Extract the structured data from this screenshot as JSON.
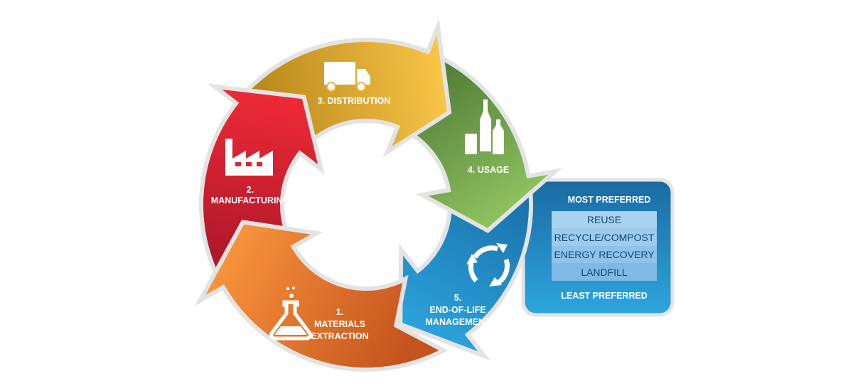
{
  "stages": [
    {
      "id": "materials",
      "lines": [
        "1.",
        "MATERIALS",
        "EXTRACTION"
      ],
      "icon": "flask-icon",
      "color_from": "#f7923c",
      "color_to": "#c4541d"
    },
    {
      "id": "manufacturing",
      "lines": [
        "2.",
        "MANUFACTURING"
      ],
      "icon": "factory-icon",
      "color_from": "#ef2a36",
      "color_to": "#a8172a"
    },
    {
      "id": "distribution",
      "lines": [
        "3. DISTRIBUTION"
      ],
      "icon": "truck-icon",
      "color_from": "#f8c547",
      "color_to": "#b5851a"
    },
    {
      "id": "usage",
      "lines": [
        "4. USAGE"
      ],
      "icon": "bottles-icon",
      "color_from": "#4d7734",
      "color_to": "#8fc460"
    },
    {
      "id": "end-of-life",
      "lines": [
        "5.",
        "END-OF-LIFE",
        "MANAGEMENT"
      ],
      "icon": "recycle-icon",
      "color_from": "#1a6ea8",
      "color_to": "#2ba3dc"
    }
  ],
  "hierarchy": {
    "top_label": "MOST PREFERRED",
    "options": [
      "REUSE",
      "RECYCLE/COMPOST",
      "ENERGY RECOVERY",
      "LANDFILL"
    ],
    "bottom_label": "LEAST PREFERRED"
  }
}
